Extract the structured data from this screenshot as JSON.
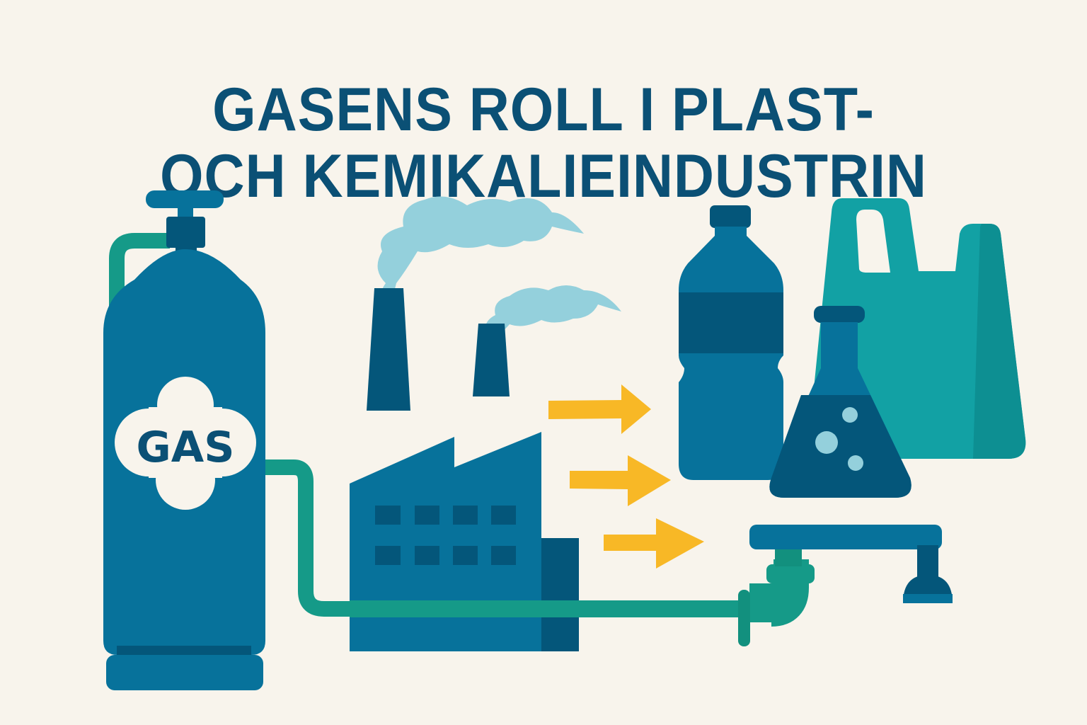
{
  "title": {
    "line1": "GASENS ROLL I PLAST-",
    "line2": "OCH KEMIKALIEINDUSTRIN"
  },
  "gas_cylinder": {
    "label": "GAS"
  },
  "colors": {
    "background": "#f8f4ec",
    "title": "#0b5075",
    "primary_blue": "#07729b",
    "dark_blue": "#04567a",
    "teal_pipe": "#159a88",
    "bag_teal": "#12a1a4",
    "smoke": "#94d0dc",
    "arrow_yellow": "#f8b826"
  },
  "icons": [
    "gas-cylinder-icon",
    "factory-icon",
    "smoke-icon",
    "arrow-right-icon",
    "plastic-bottle-icon",
    "erlenmeyer-flask-icon",
    "plastic-bag-icon",
    "pipe-tap-icon"
  ]
}
